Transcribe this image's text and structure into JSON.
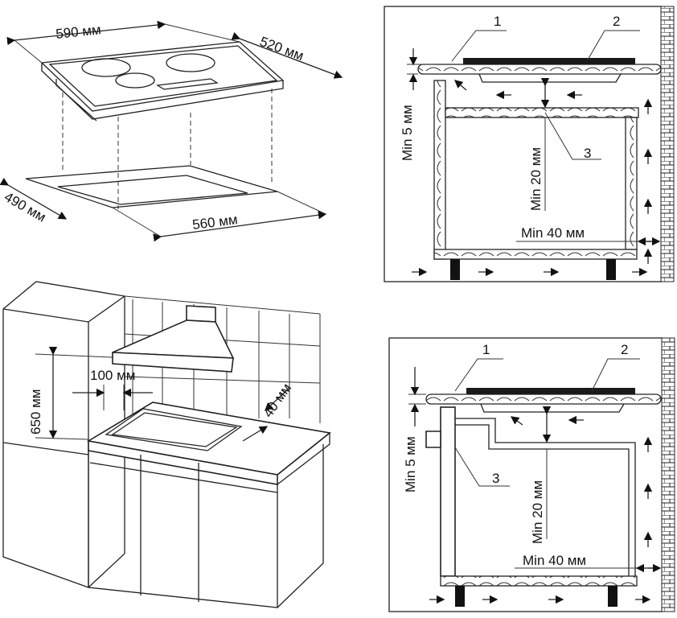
{
  "hob_diagram": {
    "width_label": "590 мм",
    "depth_label": "520 мм",
    "cutout_depth_label": "490 мм",
    "cutout_width_label": "560 мм"
  },
  "kitchen_diagram": {
    "height_label": "650 мм",
    "side_gap_label": "100 мм",
    "front_gap_label": "40 мм"
  },
  "section_oven": {
    "callout_1": "1",
    "callout_2": "2",
    "callout_3": "3",
    "min_top_label": "Min 5 мм",
    "min_mid_label": "Min 20 мм",
    "min_rear_label": "Min 40 мм"
  },
  "section_drawer": {
    "callout_1": "1",
    "callout_2": "2",
    "callout_3": "3",
    "min_top_label": "Min 5 мм",
    "min_mid_label": "Min 20 мм",
    "min_rear_label": "Min 40 мм"
  }
}
